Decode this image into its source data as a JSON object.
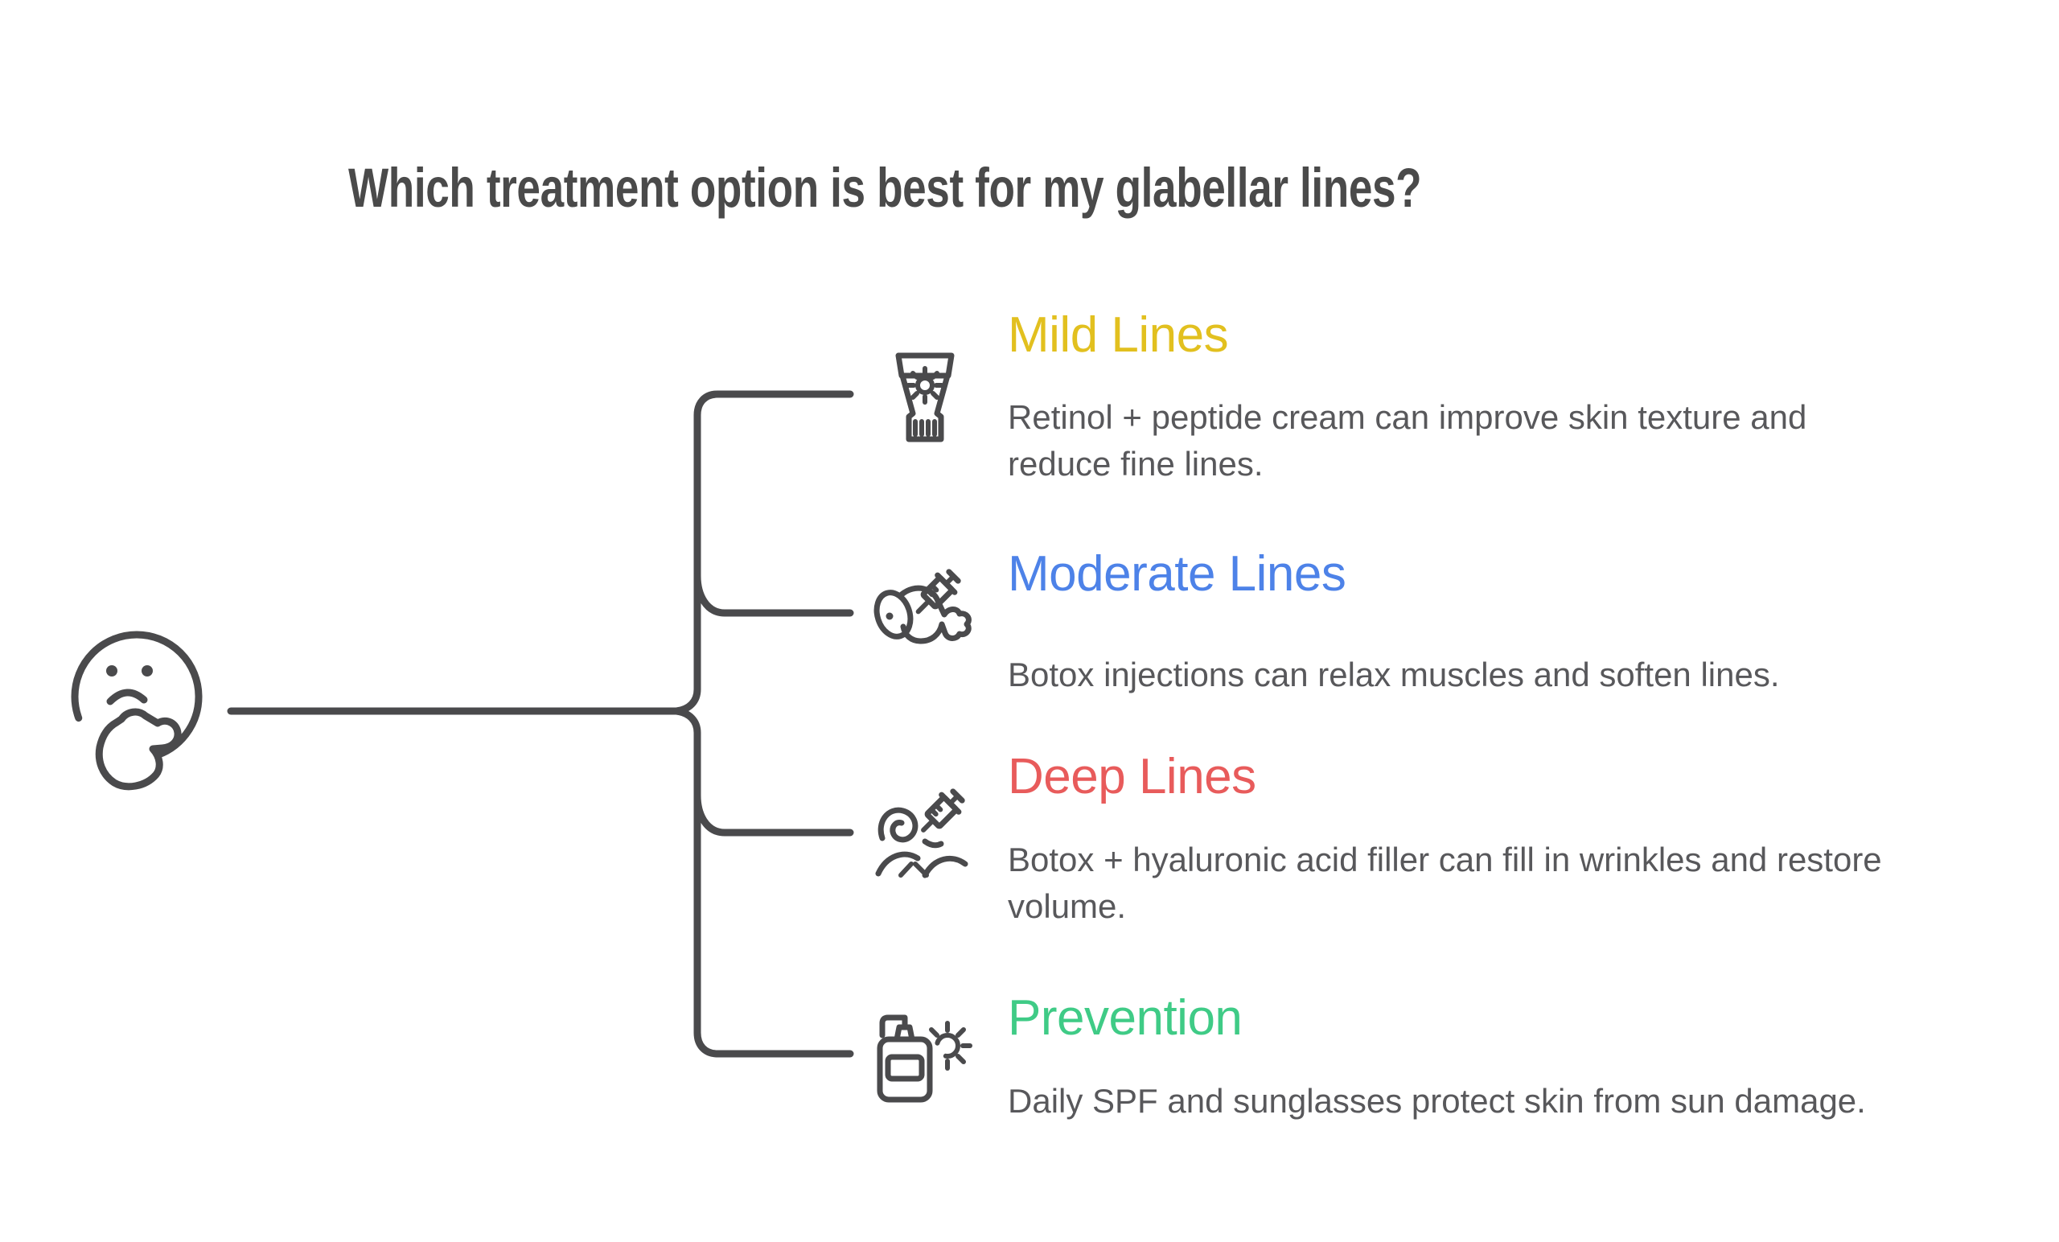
{
  "title": "Which treatment option is best for my glabellar lines?",
  "palette": {
    "ink": "#4A4A4C",
    "title_text": "#4A4A4A",
    "body_text": "#58585B"
  },
  "subject": {
    "icon": "thinking-face-icon"
  },
  "options": [
    {
      "label": "Mild Lines",
      "color": "#E2C01F",
      "icon": "sunscreen-tube-icon",
      "description": [
        "Retinol + peptide cream can improve skin texture and",
        "reduce fine lines."
      ]
    },
    {
      "label": "Moderate Lines",
      "color": "#4D82E8",
      "icon": "muscle-injection-icon",
      "description": [
        "Botox injections can relax muscles and soften lines."
      ]
    },
    {
      "label": "Deep Lines",
      "color": "#E85B5B",
      "icon": "wrinkle-filler-syringe-icon",
      "description": [
        "Botox + hyaluronic acid filler can fill in wrinkles and restore",
        "volume."
      ]
    },
    {
      "label": "Prevention",
      "color": "#3FCB86",
      "icon": "spf-bottle-sun-icon",
      "description": [
        "Daily SPF and sunglasses protect skin from sun damage."
      ]
    }
  ]
}
